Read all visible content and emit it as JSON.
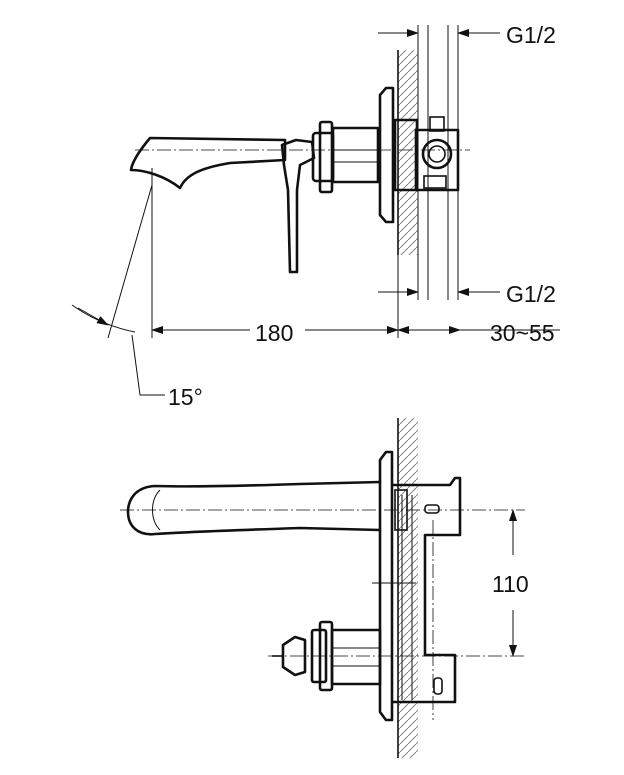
{
  "dimensions": {
    "top_connection": "G1/2",
    "bottom_connection": "G1/2",
    "spout_length": "180",
    "wall_depth": "30~55",
    "angle": "15°",
    "centers": "110"
  },
  "colors": {
    "line": "#111111",
    "hatch": "#777777",
    "background": "#ffffff"
  }
}
